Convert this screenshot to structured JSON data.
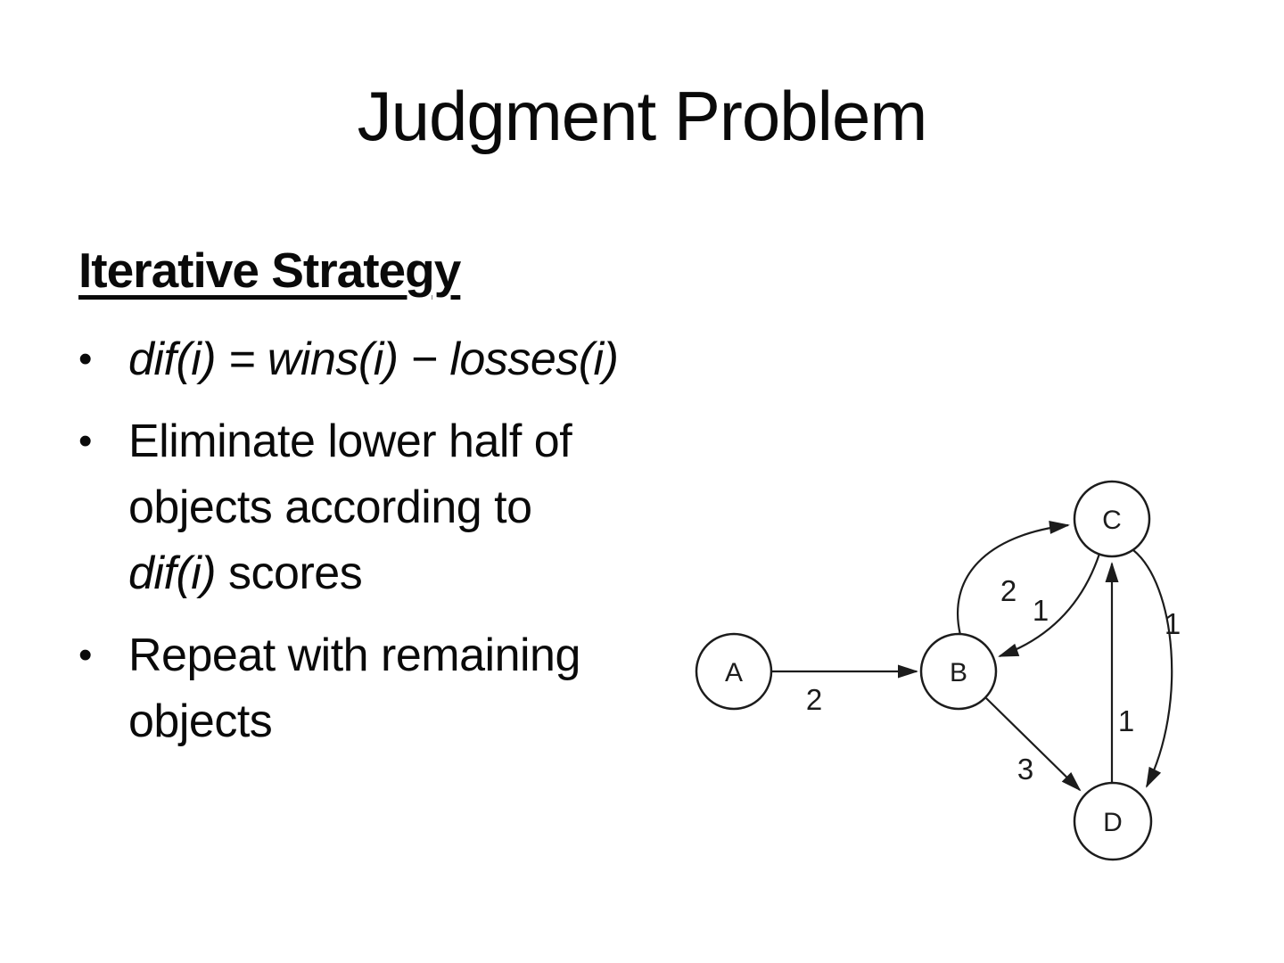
{
  "slide": {
    "title": "Judgment Problem",
    "heading": "Iterative Strategy",
    "bullet_glyph": "•",
    "bullets": {
      "b1": {
        "text": "dif(i) = wins(i) − losses(i)"
      },
      "b2": {
        "line1": "Eliminate lower half of",
        "line2": "objects according to",
        "line3_italic": "dif(i)",
        "line3_rest": " scores"
      },
      "b3": {
        "line1": "Repeat with remaining",
        "line2": "objects"
      }
    }
  },
  "graph": {
    "colors": {
      "stroke": "#1c1c1c",
      "node_fill": "#ffffff",
      "text": "#1c1c1c"
    },
    "nodes": [
      {
        "id": "A",
        "label": "A"
      },
      {
        "id": "B",
        "label": "B"
      },
      {
        "id": "C",
        "label": "C"
      },
      {
        "id": "D",
        "label": "D"
      }
    ],
    "edges": [
      {
        "from": "A",
        "to": "B",
        "label": "2"
      },
      {
        "from": "B",
        "to": "C",
        "label": "2"
      },
      {
        "from": "C",
        "to": "B",
        "label": "1"
      },
      {
        "from": "B",
        "to": "D",
        "label": "3"
      },
      {
        "from": "D",
        "to": "C",
        "label": "1"
      },
      {
        "from": "C",
        "to": "D",
        "label": "1"
      }
    ]
  }
}
